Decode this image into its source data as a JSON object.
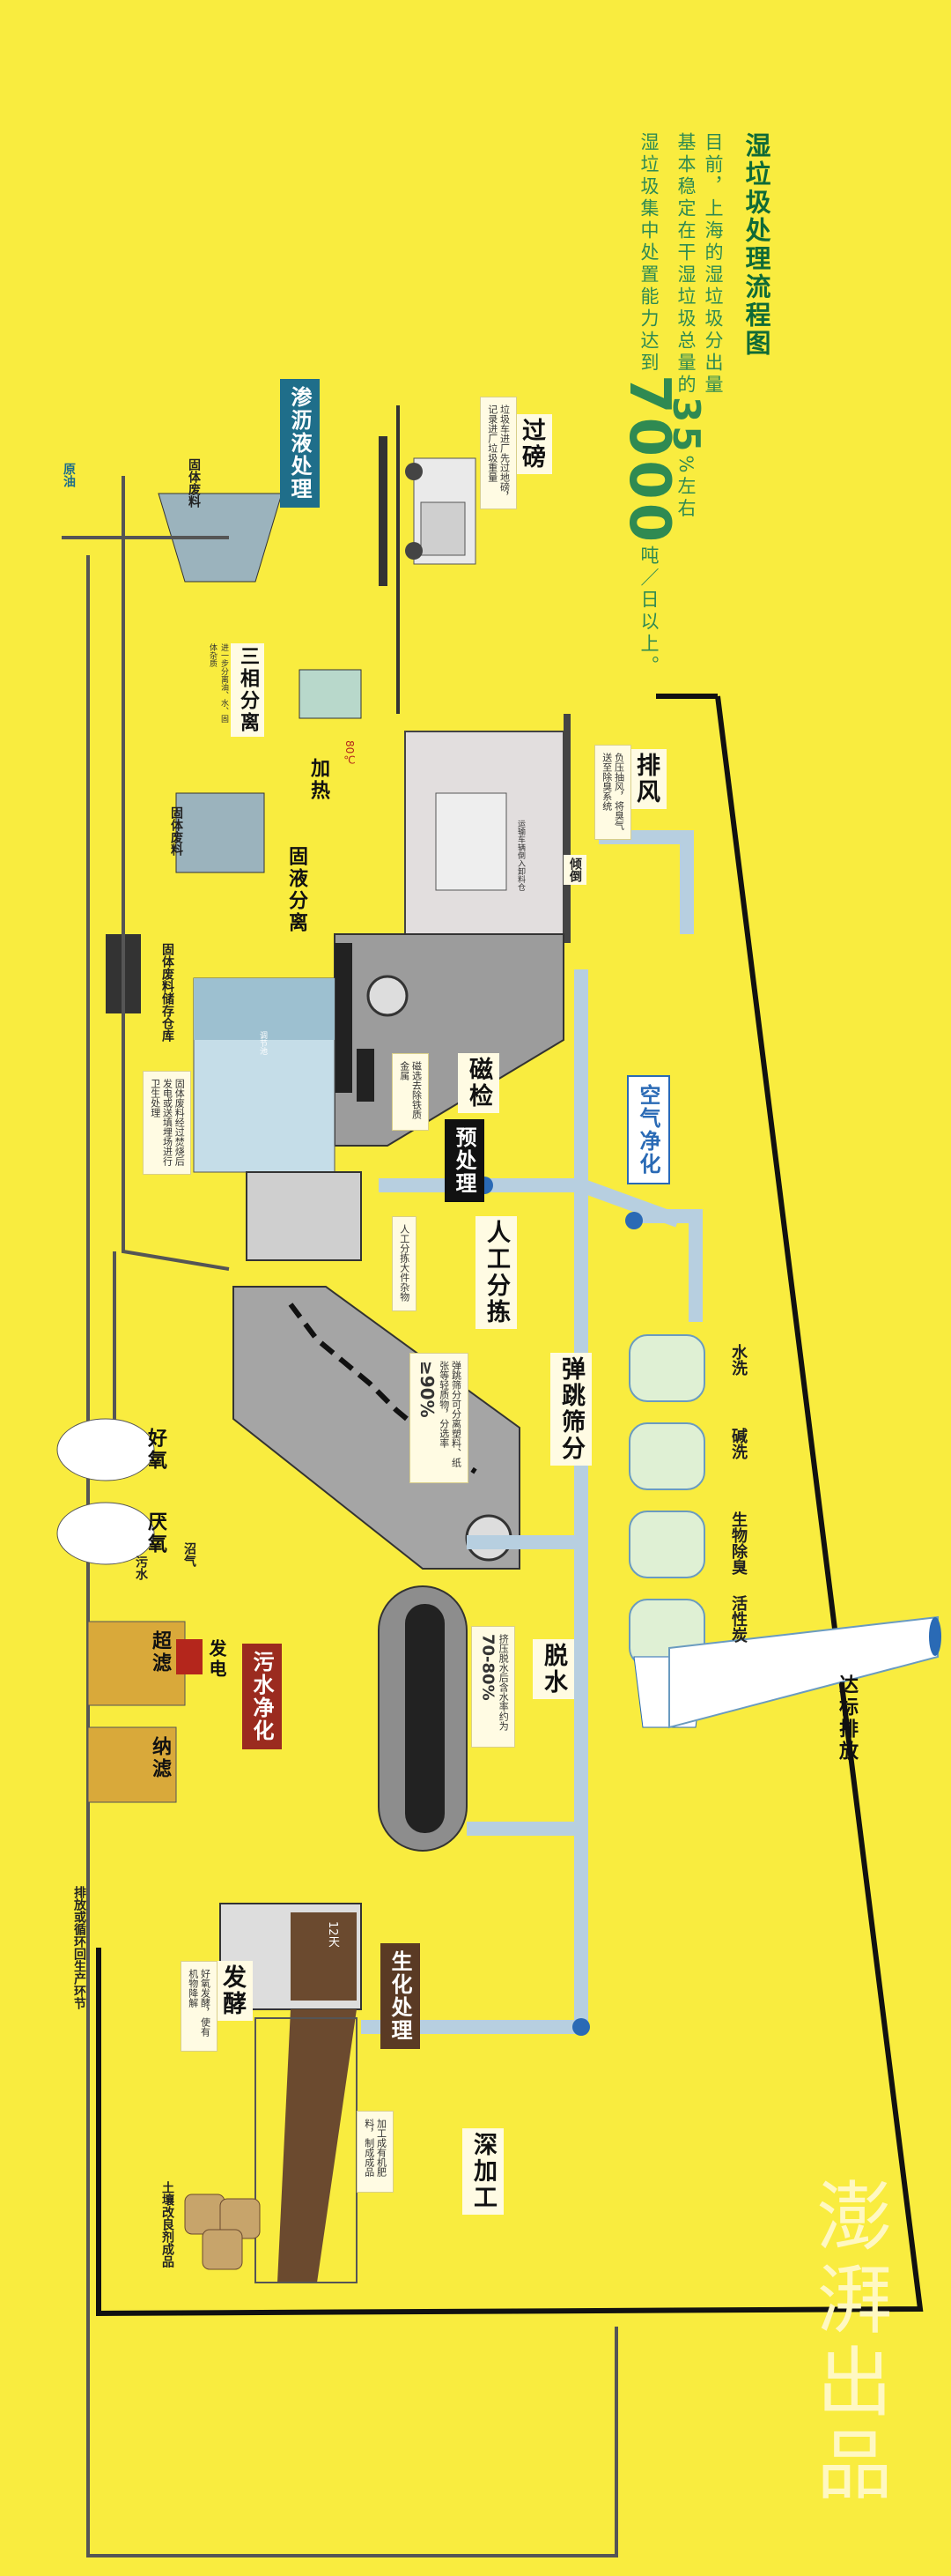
{
  "header": {
    "title": "湿垃圾处理流程图",
    "intro_line1": "目前，上海的湿垃圾分出量",
    "intro_line2_pre": "基本稳定在干湿垃圾总量的",
    "intro_pct": "35",
    "intro_pct_unit": "%",
    "intro_pct_suffix": "左右",
    "intro_line3": "湿垃圾集中处置能力达到",
    "intro_capacity": "7000",
    "intro_capacity_unit": "吨／日以上。"
  },
  "stages": {
    "weigh": {
      "title": "过磅",
      "desc": "垃圾车进厂先过地磅，记录进厂垃圾重量"
    },
    "exhaust": {
      "title": "排风",
      "desc": "负压抽风，将臭气送至除臭系统"
    },
    "dump": {
      "title": "倾倒",
      "desc": "运输车辆倒入卸料仓"
    },
    "magnet": {
      "title": "磁检",
      "desc": "磁选去除铁质金属"
    },
    "pretreat": {
      "title": "预处理"
    },
    "manual": {
      "title": "人工分拣",
      "desc": "人工分拣大件杂物"
    },
    "bounce": {
      "title": "弹跳筛分",
      "desc": "弹跳筛分可分离塑料、纸张等轻质物，分选率",
      "rate": "≥90%"
    },
    "dewater": {
      "title": "脱水",
      "desc": "挤压脱水后含水率约为",
      "rate": "70-80%"
    },
    "ferment": {
      "title": "发酵",
      "desc": "好氧发酵，使有机物降解",
      "duration": "12天"
    },
    "deep": {
      "title": "深加工",
      "desc": "加工成有机肥料，制成成品"
    },
    "biochem": {
      "title": "生化处理"
    }
  },
  "air": {
    "title": "空气净化",
    "steps": [
      "水洗",
      "碱洗",
      "生物除臭",
      "活性炭"
    ],
    "discharge": "达标排放"
  },
  "leachate": {
    "title": "渗沥液处理",
    "three_phase": {
      "title": "三相分离",
      "desc": "进一步分离油、水、固体杂质"
    },
    "heating": {
      "title": "加热",
      "temp": "80℃"
    },
    "solid_liquid": {
      "title": "固液分离"
    },
    "solid_waste_1": "固体废料",
    "solid_waste_2": "固体废料",
    "storage": "固体废料储存仓库",
    "storage_desc": "固体废料经过焚烧后发电或送填埋场进行卫生处理",
    "crude_oil": "原油",
    "pool": "调节池"
  },
  "sewage": {
    "title": "污水净化",
    "aerobic": "好氧",
    "anaerobic": "厌氧",
    "biogas": "沼气",
    "wastewater": "污水",
    "power": "发电",
    "ultra": "超滤",
    "nano": "纳滤",
    "output": "排放或循环回生产环节"
  },
  "product": {
    "label": "土壤改良剂成品"
  },
  "watermark": "澎湃出品",
  "colors": {
    "background": "#f9ec3f",
    "title_green": "#0f6a37",
    "air_blue": "#2a6ab5",
    "sewage_red": "#9b2b1f",
    "pipe": "#b7cfe0",
    "belt": "#333333"
  }
}
